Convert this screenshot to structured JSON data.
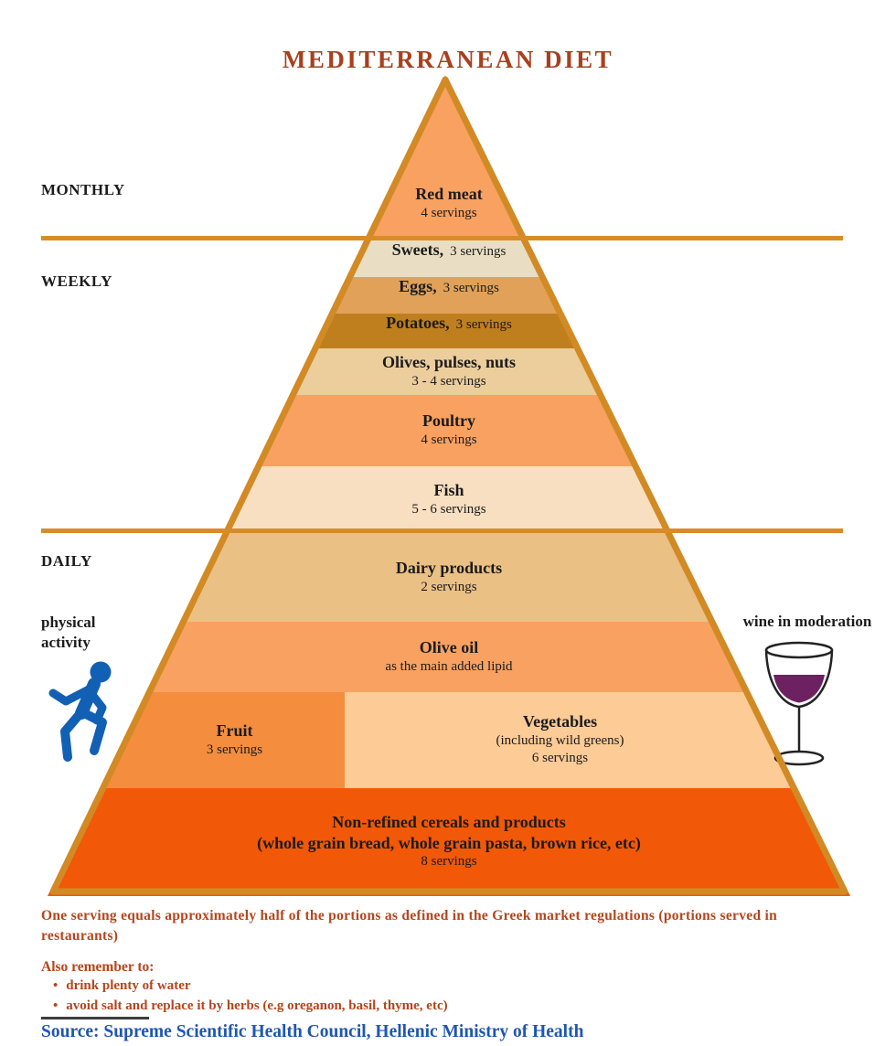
{
  "title": "MEDITERRANEAN DIET",
  "colors": {
    "title": "#A8401E",
    "outline": "#D28A25",
    "divider": "#D98C26",
    "footnote": "#B5451C",
    "source": "#2156AE",
    "runner": "#1260B4",
    "wine": "#6E2160"
  },
  "frequency_labels": {
    "monthly": "MONTHLY",
    "weekly": "WEEKLY",
    "daily": "DAILY"
  },
  "annotations": {
    "physical_activity": "physical activity",
    "wine": "wine in moderation"
  },
  "pyramid": {
    "levels": [
      {
        "label": "Red meat",
        "servings": "4 servings",
        "color": "#F9A161"
      },
      {
        "label": "Sweets,",
        "servings": "3 servings",
        "color": "#E9DEC3"
      },
      {
        "label": "Eggs,",
        "servings": "3 servings",
        "color": "#E1A159"
      },
      {
        "label": "Potatoes,",
        "servings": "3 servings",
        "color": "#BF7F1E"
      },
      {
        "label": "Olives, pulses, nuts",
        "servings": "3 - 4 servings",
        "color": "#ECCD9C"
      },
      {
        "label": "Poultry",
        "servings": "4 servings",
        "color": "#F9A161"
      },
      {
        "label": "Fish",
        "servings": "5 - 6 servings",
        "color": "#F8DFC1"
      },
      {
        "label": "Dairy products",
        "servings": "2 servings",
        "color": "#EAC085"
      },
      {
        "label": "Olive oil",
        "servings": "as the main added lipid",
        "color": "#F9A161"
      },
      {
        "label": "Fruit",
        "servings": "3 servings",
        "color": "#F48D3E"
      },
      {
        "label": "Vegetables",
        "sub": "(including wild greens)",
        "servings": "6 servings",
        "color": "#FCCB96"
      },
      {
        "label": "Non-refined cereals and products",
        "sub": "(whole grain bread, whole grain pasta, brown rice, etc)",
        "servings": "8 servings",
        "color": "#F15808"
      }
    ]
  },
  "footnote": {
    "note": "One serving equals approximately half of the portions as defined in the Greek market regulations (portions served in restaurants)",
    "remember_title": "Also remember to:",
    "bullets": [
      "drink plenty of water",
      "avoid salt and replace it by herbs (e.g oreganon, basil, thyme, etc)"
    ],
    "source": "Source: Supreme Scientific Health Council, Hellenic Ministry of Health"
  }
}
